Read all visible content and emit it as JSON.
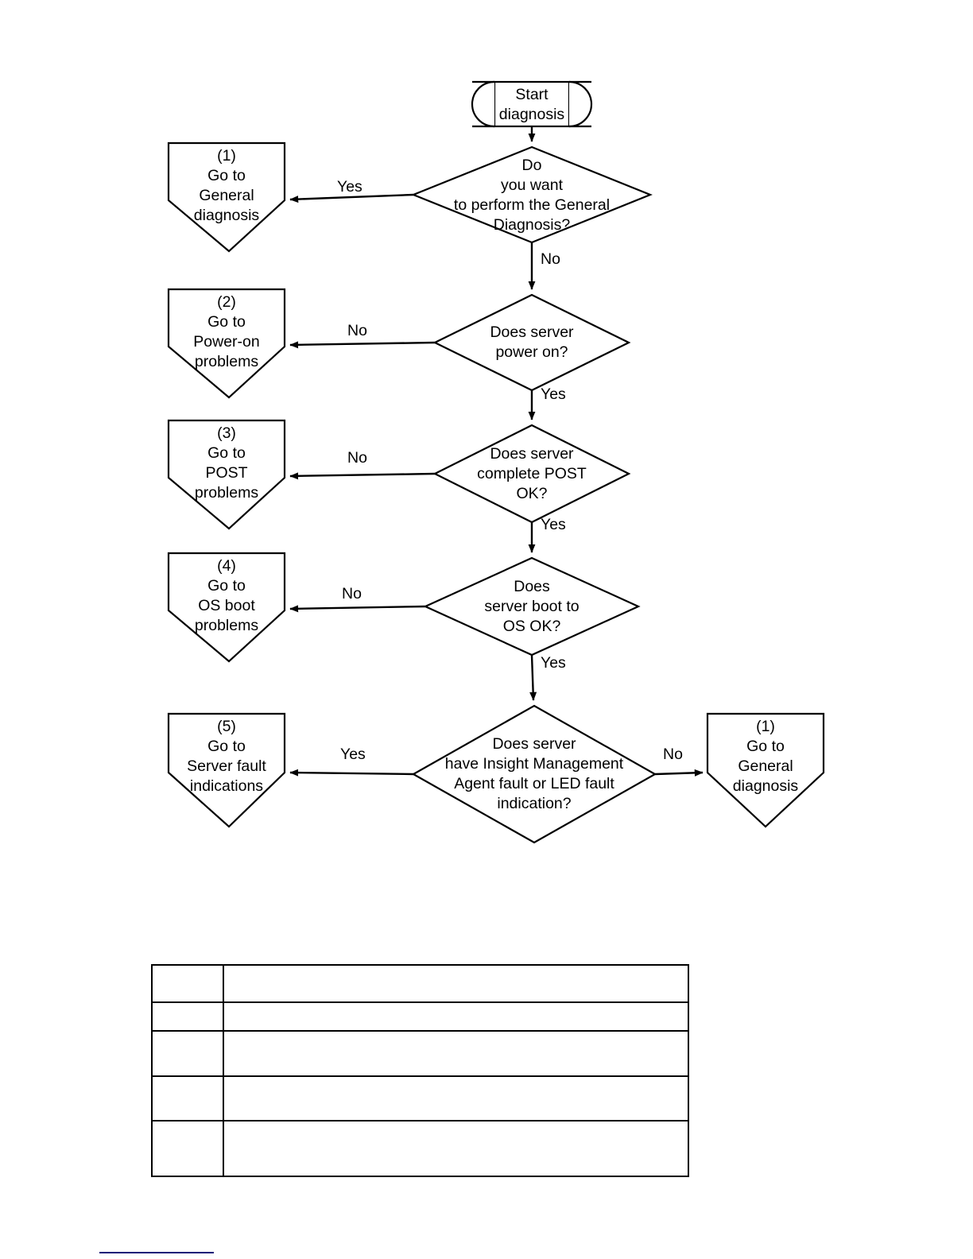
{
  "diagram": {
    "type": "flowchart",
    "title_visible": false,
    "nodes": {
      "start": {
        "shape": "terminator",
        "lines": [
          "Start",
          "diagnosis"
        ]
      },
      "d1": {
        "shape": "decision",
        "lines": [
          "Do",
          "you want",
          "to perform the General",
          "Diagnosis?"
        ]
      },
      "d2": {
        "shape": "decision",
        "lines": [
          "Does server",
          "power on?"
        ]
      },
      "d3": {
        "shape": "decision",
        "lines": [
          "Does server",
          "complete POST",
          "OK?"
        ]
      },
      "d4": {
        "shape": "decision",
        "lines": [
          "Does",
          "server boot to",
          "OS OK?"
        ]
      },
      "d5": {
        "shape": "decision",
        "lines": [
          "Does server",
          "have Insight Management",
          "Agent fault or LED fault",
          "indication?"
        ]
      },
      "p1": {
        "shape": "offpage-pentagon",
        "lines": [
          "(1)",
          "Go to",
          "General",
          "diagnosis"
        ]
      },
      "p2": {
        "shape": "offpage-pentagon",
        "lines": [
          "(2)",
          "Go to",
          "Power-on",
          "problems"
        ]
      },
      "p3": {
        "shape": "offpage-pentagon",
        "lines": [
          "(3)",
          "Go to",
          "POST",
          "problems"
        ]
      },
      "p4": {
        "shape": "offpage-pentagon",
        "lines": [
          "(4)",
          "Go to",
          "OS boot",
          "problems"
        ]
      },
      "p5": {
        "shape": "offpage-pentagon",
        "lines": [
          "(5)",
          "Go to",
          "Server fault",
          "indications"
        ]
      },
      "p6": {
        "shape": "offpage-pentagon",
        "lines": [
          "(1)",
          "Go to",
          "General",
          "diagnosis"
        ]
      }
    },
    "edge_labels": {
      "d1_yes": "Yes",
      "d1_no": "No",
      "d2_no": "No",
      "d2_yes": "Yes",
      "d3_no": "No",
      "d3_yes": "Yes",
      "d4_no": "No",
      "d4_yes": "Yes",
      "d5_yes": "Yes",
      "d5_no": "No"
    }
  },
  "table": {
    "rows": 5,
    "columns": 2,
    "cells": [
      [
        "",
        ""
      ],
      [
        "",
        ""
      ],
      [
        "",
        ""
      ],
      [
        "",
        ""
      ],
      [
        "",
        ""
      ]
    ]
  },
  "colors": {
    "stroke": "#000000",
    "fill": "#ffffff",
    "footnote_rule": "#141478"
  }
}
